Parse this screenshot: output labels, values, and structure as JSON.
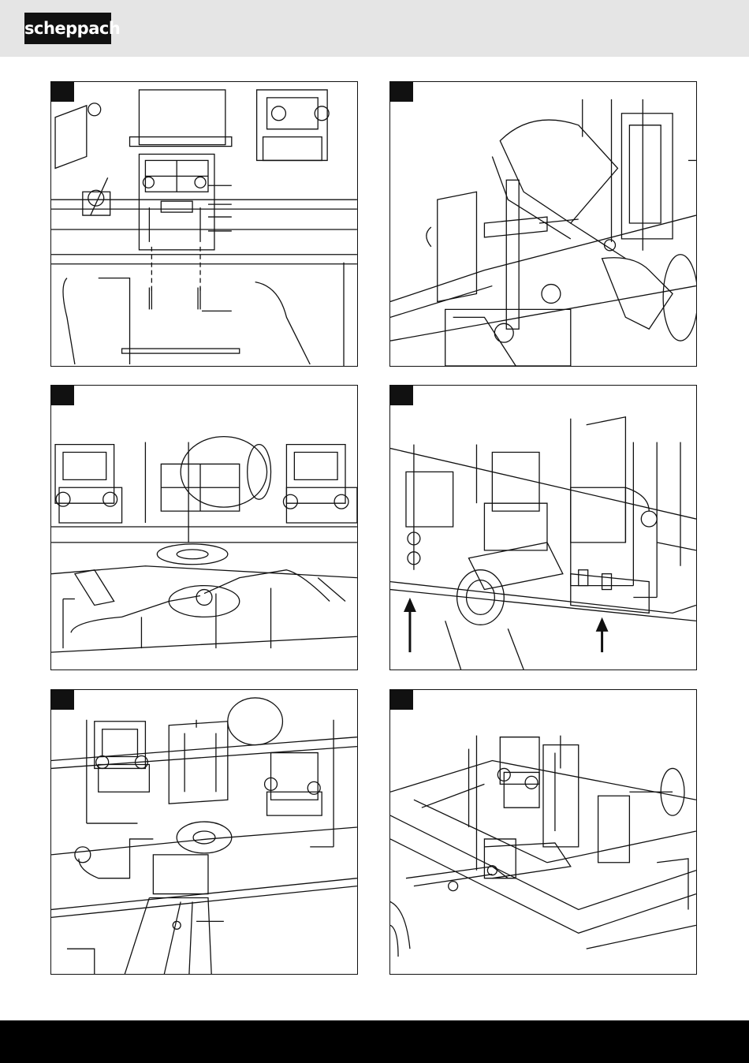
{
  "brand": {
    "logo_text": "scheppach"
  },
  "figures": [
    {
      "id": "fig-1",
      "icon": "router-fence-exploded-drawing"
    },
    {
      "id": "fig-2",
      "icon": "router-motor-assembly-drawing"
    },
    {
      "id": "fig-3",
      "icon": "router-ring-wrench-drawing"
    },
    {
      "id": "fig-4",
      "icon": "router-fence-rail-drawing"
    },
    {
      "id": "fig-5",
      "icon": "router-guide-plate-drawing"
    },
    {
      "id": "fig-6",
      "icon": "planer-table-fence-drawing"
    }
  ],
  "colors": {
    "header": "#e5e5e5",
    "footer": "#000000",
    "line": "#111111"
  }
}
